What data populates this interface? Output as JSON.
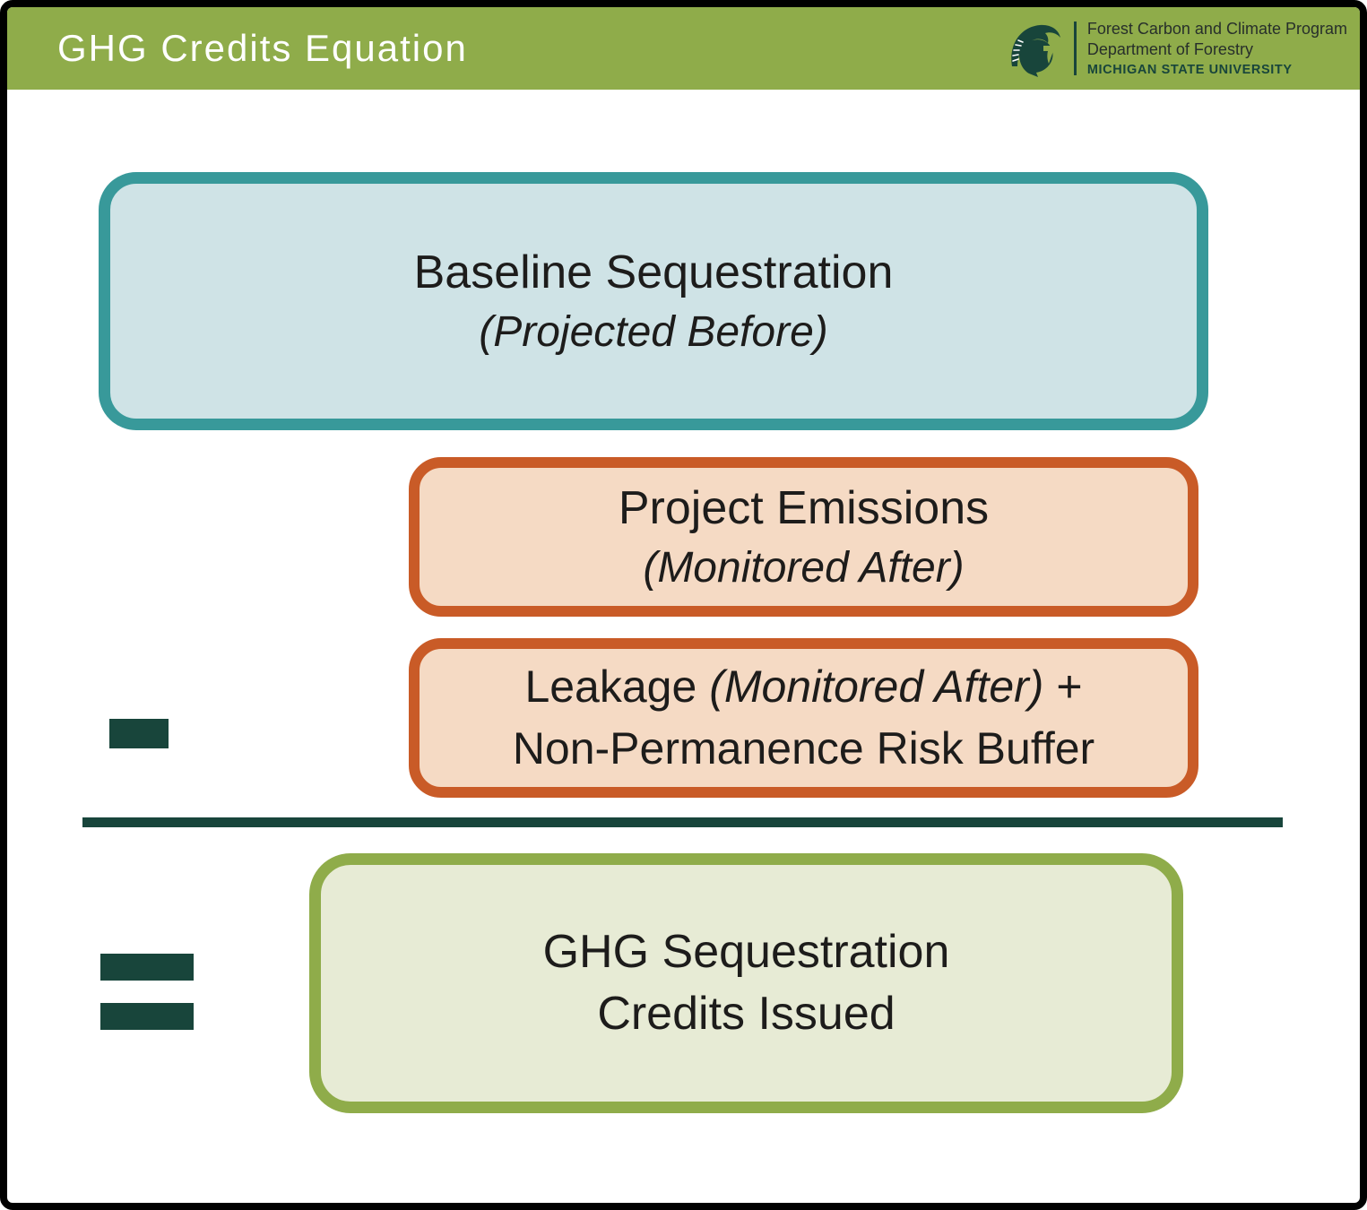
{
  "header": {
    "title": "GHG Credits Equation",
    "background_color": "#8FAC4A",
    "logo": {
      "helmet_icon": "msu-spartan-helmet",
      "org_line1": "Forest Carbon and Climate Program",
      "org_line2": "Department of Forestry",
      "org_line3": "MICHIGAN STATE UNIVERSITY"
    }
  },
  "equation": {
    "baseline": {
      "title": "Baseline Sequestration",
      "subtitle": "(Projected Before)",
      "border_color": "#38999A",
      "fill_color": "#CFE3E6"
    },
    "project_emissions": {
      "title": "Project Emissions",
      "subtitle": "(Monitored After)",
      "border_color": "#C95B27",
      "fill_color": "#F5DAC4"
    },
    "leakage": {
      "prefix": "Leakage ",
      "italic": "(Monitored After)",
      "suffix": " +",
      "line2": "Non-Permanence Risk Buffer",
      "border_color": "#C95B27",
      "fill_color": "#F5DAC4"
    },
    "result": {
      "line1": "GHG Sequestration",
      "line2": "Credits Issued",
      "border_color": "#8FAC4A",
      "fill_color": "#E7EBD5"
    },
    "minus_symbol": "-",
    "equals_symbol": "=",
    "operator_color": "#18453B",
    "divider_color": "#18453B"
  }
}
